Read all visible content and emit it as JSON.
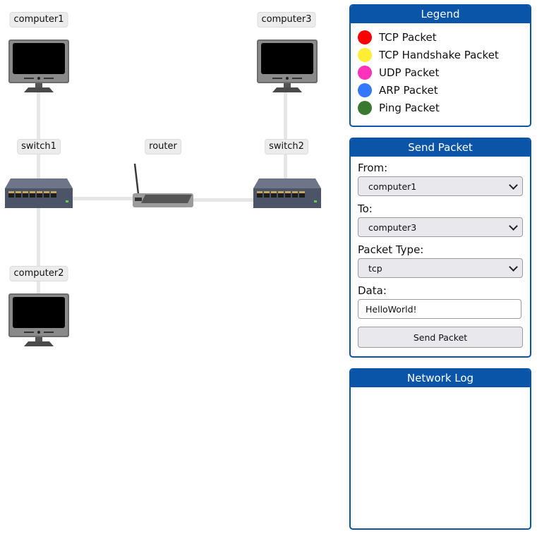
{
  "network": {
    "nodes": [
      {
        "id": "computer1",
        "label": "computer1",
        "type": "computer"
      },
      {
        "id": "computer2",
        "label": "computer2",
        "type": "computer"
      },
      {
        "id": "computer3",
        "label": "computer3",
        "type": "computer"
      },
      {
        "id": "switch1",
        "label": "switch1",
        "type": "switch"
      },
      {
        "id": "switch2",
        "label": "switch2",
        "type": "switch"
      },
      {
        "id": "router",
        "label": "router",
        "type": "router"
      }
    ],
    "links": [
      [
        "computer1",
        "switch1"
      ],
      [
        "switch1",
        "computer2"
      ],
      [
        "switch1",
        "router"
      ],
      [
        "router",
        "switch2"
      ],
      [
        "switch2",
        "computer3"
      ]
    ]
  },
  "legend": {
    "title": "Legend",
    "items": [
      {
        "label": "TCP Packet",
        "color": "#ff0000"
      },
      {
        "label": "TCP Handshake Packet",
        "color": "#ffee33"
      },
      {
        "label": "UDP Packet",
        "color": "#ff33bb"
      },
      {
        "label": "ARP Packet",
        "color": "#3377ff"
      },
      {
        "label": "Ping Packet",
        "color": "#3a7a30"
      }
    ]
  },
  "send_packet": {
    "title": "Send Packet",
    "from_label": "From:",
    "from_value": "computer1",
    "to_label": "To:",
    "to_value": "computer3",
    "type_label": "Packet Type:",
    "type_value": "tcp",
    "data_label": "Data:",
    "data_value": "HelloWorld!",
    "button_label": "Send Packet"
  },
  "network_log": {
    "title": "Network Log",
    "entries": []
  },
  "colors": {
    "accent": "#0b55a8",
    "link": "#e6e6e6"
  }
}
